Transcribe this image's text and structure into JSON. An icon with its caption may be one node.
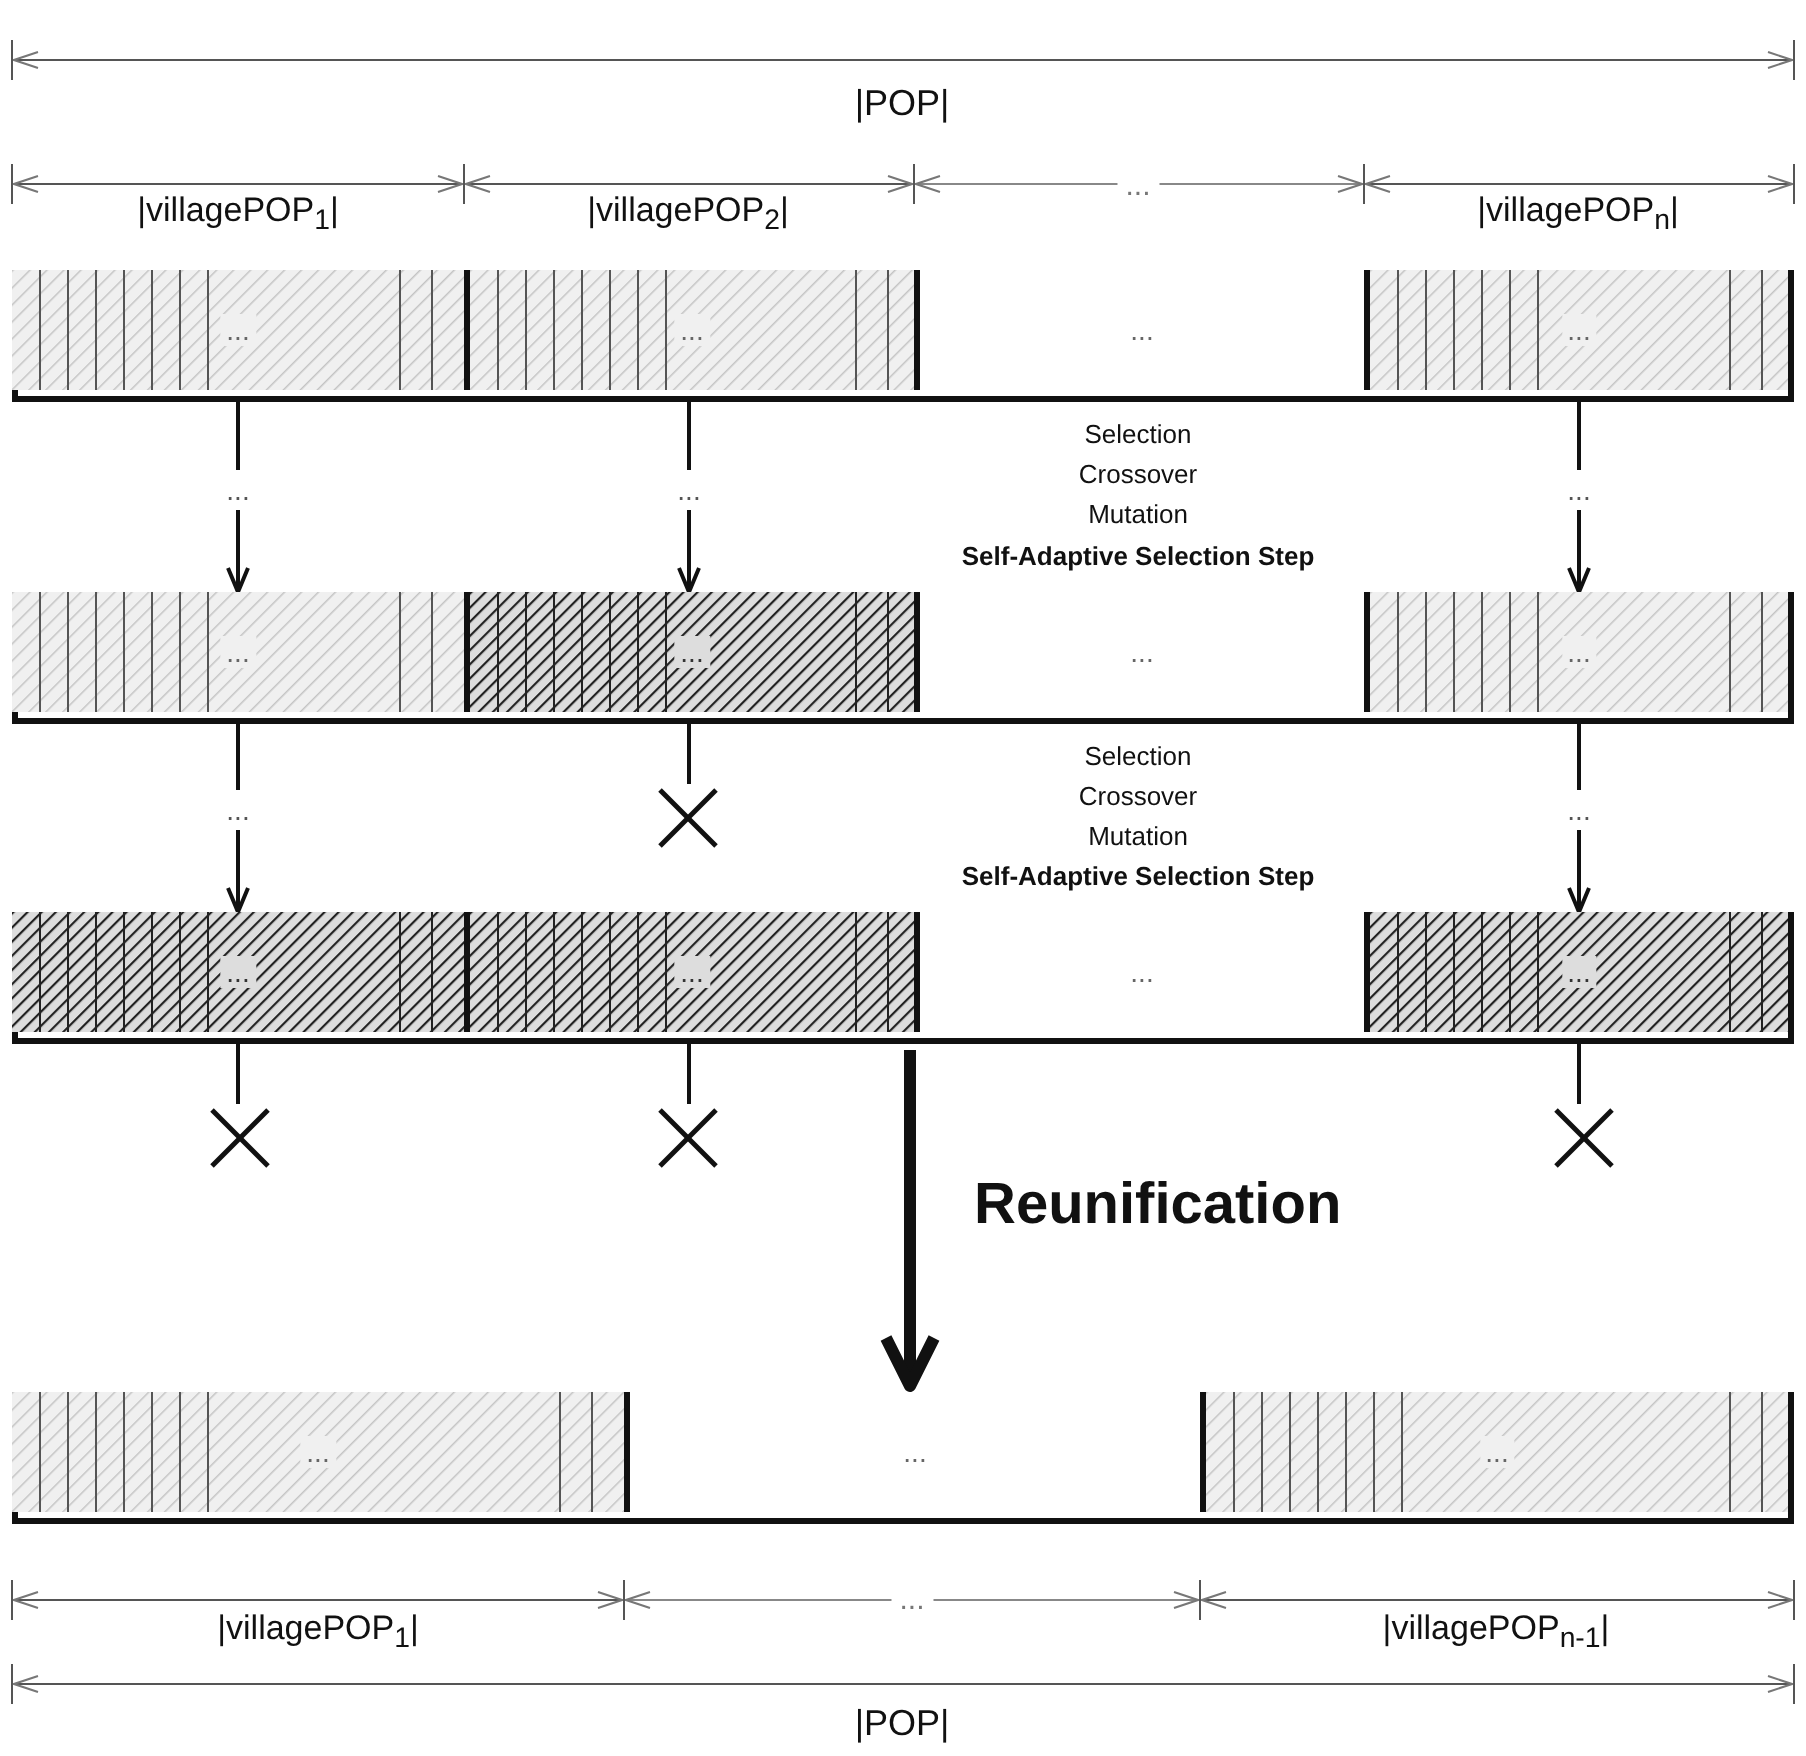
{
  "diagram": {
    "nodes": [
      {
        "text": [],
        "shape": "bar"
      },
      {
        "text": [
          "..."
        ],
        "in": 0
      },
      {
        "text": [
          "..."
        ],
        "in": 0
      },
      {
        "text": [
          "..."
        ],
        "in": 0
      },
      {
        "text": [
          "..."
        ],
        "in": 0
      },
      {
        "text": [],
        "shape": "bar"
      },
      {
        "text": [
          "..."
        ],
        "in": 5
      },
      {
        "text": [
          "..."
        ],
        "in": 5
      },
      {
        "text": [
          "..."
        ],
        "in": 5
      },
      {
        "text": [
          "..."
        ],
        "in": 5
      },
      {
        "text": [],
        "shape": "cross"
      },
      {
        "text": [],
        "shape": "bar"
      },
      {
        "text": [
          "..."
        ],
        "in": 11
      },
      {
        "text": [
          "..."
        ],
        "in": 11
      },
      {
        "text": [
          "..."
        ],
        "in": 11
      },
      {
        "text": [
          "..."
        ],
        "in": 11
      },
      {
        "text": [],
        "shape": "cross"
      },
      {
        "text": [],
        "shape": "cross"
      },
      {
        "text": [],
        "shape": "cross"
      },
      {
        "text": [],
        "shape": "bar"
      },
      {
        "text": [
          "..."
        ],
        "in": 19
      },
      {
        "text": [
          "..."
        ],
        "in": 19
      },
      {
        "text": [
          "..."
        ],
        "in": 19
      }
    ],
    "edges": [
      {
        "from": 1,
        "to": 6,
        "arrow": "to",
        "label": "..."
      },
      {
        "from": 2,
        "to": 7,
        "arrow": "to",
        "label": "..."
      },
      {
        "from": 4,
        "to": 9,
        "arrow": "to",
        "label": "..."
      },
      {
        "from": 6,
        "to": 12,
        "arrow": "to",
        "label": "..."
      },
      {
        "from": 7,
        "to": 10,
        "arrow": "none"
      },
      {
        "from": 9,
        "to": 15,
        "arrow": "to",
        "label": "..."
      },
      {
        "from": 12,
        "to": 16,
        "arrow": "none"
      },
      {
        "from": 13,
        "to": 17,
        "arrow": "none"
      },
      {
        "from": 15,
        "to": 18,
        "arrow": "none"
      },
      {
        "from": 11,
        "to": 19,
        "arrow": "to",
        "label": "Reunification",
        "style": "thick"
      }
    ],
    "labels": [
      "|POP|",
      "|villagePOP$_{1}$|",
      "|villagePOP$_{2}$|",
      "...",
      "|villagePOP$_{n}$|",
      "Selection",
      "Crossover",
      "Mutation",
      "Self-Adaptive Selection Step",
      "Selection",
      "Crossover",
      "Mutation",
      "Self-Adaptive Selection Step",
      "|villagePOP$_{1}$|",
      "...",
      "|villagePOP$_{n-1}$|",
      "|POP|"
    ]
  }
}
